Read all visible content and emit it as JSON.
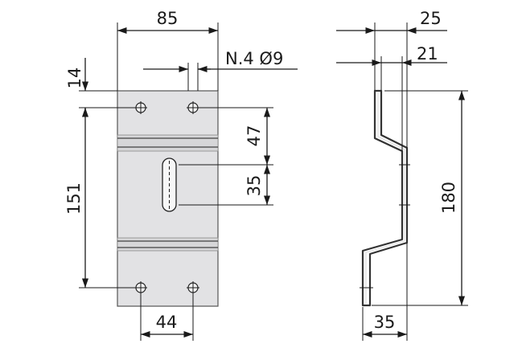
{
  "dimensions": {
    "plate_width": "85",
    "holes_note": "N.4 Ø9",
    "top_offset": "14",
    "hole_spacing_vertical": "151",
    "slot_top_offset": "47",
    "slot_length": "35",
    "hole_spacing_horizontal": "44",
    "profile_depth_outer": "25",
    "profile_depth_inner": "21",
    "profile_height": "180",
    "profile_bottom_width": "35"
  },
  "colors": {
    "plate_fill": "#e2e2e4",
    "line": "#1a1a1a"
  }
}
